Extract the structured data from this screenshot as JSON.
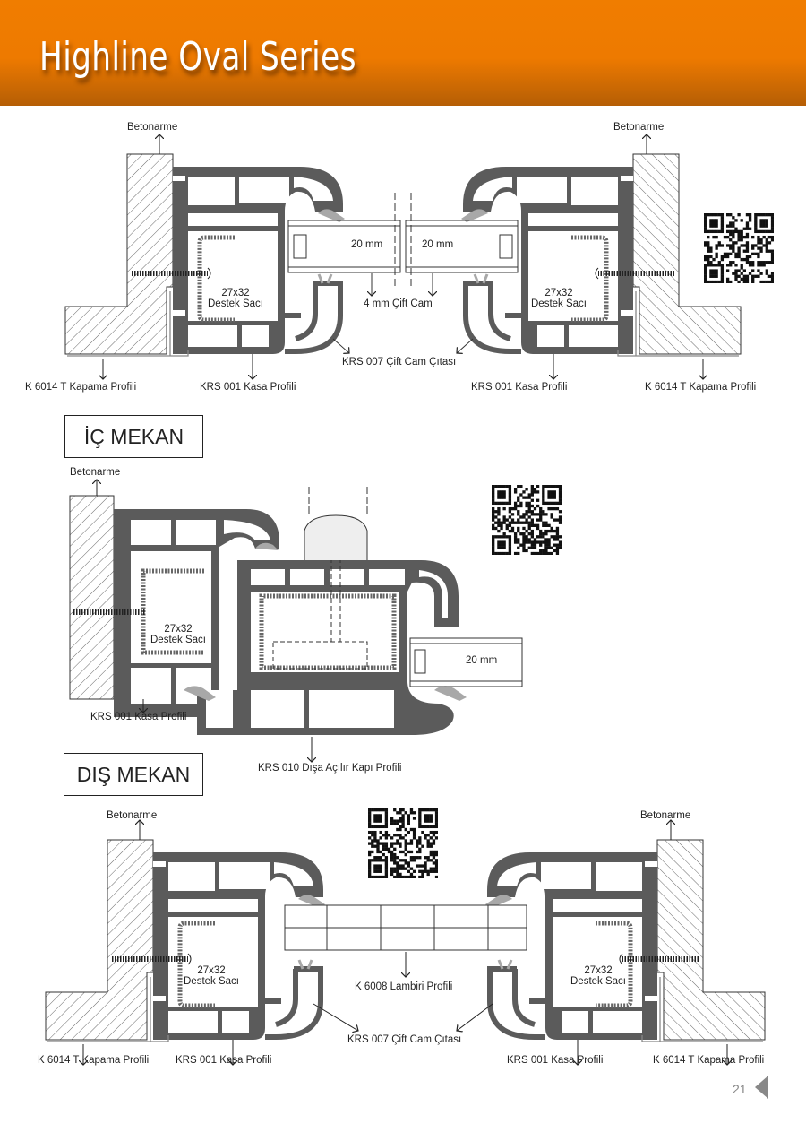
{
  "header": {
    "title": "Highline Oval Series"
  },
  "top_section": {
    "betonarme_left": "Betonarme",
    "betonarme_right": "Betonarme",
    "glass_left": "20 mm",
    "glass_right": "20 mm",
    "glass_note": "4 mm Çift Cam",
    "steel_left": [
      "27x32",
      "Destek Sacı"
    ],
    "steel_right": [
      "27x32",
      "Destek Sacı"
    ],
    "bead": "KRS 007 Çift Cam Çıtası",
    "cover_left": "K 6014 T Kapama Profili",
    "cover_right": "K 6014 T Kapama Profili",
    "frame_left": "KRS 001 Kasa Profili",
    "frame_right": "KRS 001 Kasa Profili"
  },
  "zone_inside": "İÇ MEKAN",
  "middle_section": {
    "betonarme": "Betonarme",
    "steel": [
      "27x32",
      "Destek Sacı"
    ],
    "glass": "20 mm",
    "frame": "KRS 001 Kasa Profili",
    "door": "KRS 010 Dışa Açılır Kapı Profili"
  },
  "zone_outside": "DIŞ MEKAN",
  "bottom_section": {
    "betonarme_left": "Betonarme",
    "betonarme_right": "Betonarme",
    "steel_left": [
      "27x32",
      "Destek Sacı"
    ],
    "steel_right": [
      "27x32",
      "Destek Sacı"
    ],
    "panel": "K 6008 Lambiri Profili",
    "bead": "KRS 007 Çift Cam Çıtası",
    "cover_left": "K 6014 T Kapama Profili",
    "cover_right": "K 6014 T Kapama Profili",
    "frame_left": "KRS 001 Kasa Profili",
    "frame_right": "KRS 001 Kasa Profili"
  },
  "footer": {
    "page_number": "21"
  },
  "colors": {
    "brand": "#f07d00",
    "profile": "#5b5b5b",
    "gasket": "#a8a8a8"
  }
}
